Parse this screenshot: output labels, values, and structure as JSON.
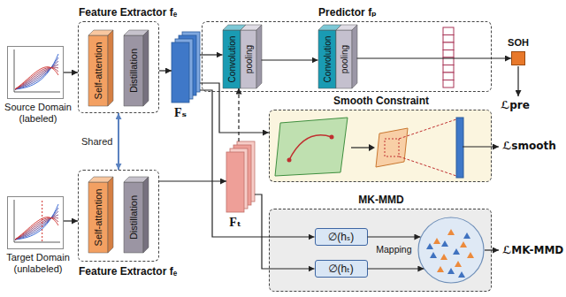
{
  "diagram": {
    "nodes": [
      {
        "text": [
          "Source Domain (labeled)"
        ]
      },
      {
        "text": [
          "Feature Extractor fₑ"
        ]
      },
      {
        "text": [
          "Self-attention"
        ],
        "in": 1
      },
      {
        "text": [
          "Distillation"
        ],
        "in": 1
      },
      {
        "text": [
          "Fₛ"
        ]
      },
      {
        "text": [
          "Predictor fₚ"
        ]
      },
      {
        "text": [
          "Convolution"
        ],
        "in": 5
      },
      {
        "text": [
          "pooling"
        ],
        "in": 5
      },
      {
        "text": [
          "Convolution"
        ],
        "in": 5
      },
      {
        "text": [
          "pooling"
        ],
        "in": 5
      },
      {
        "text": [
          "SOH"
        ]
      },
      {
        "text": [
          "Smooth Constraint"
        ]
      },
      {
        "text": [
          "MK-MMD"
        ]
      },
      {
        "text": [
          "∅(hₛ)"
        ],
        "in": 12
      },
      {
        "text": [
          "∅(hₜ)"
        ],
        "in": 12
      },
      {
        "text": [
          "Mapping"
        ],
        "in": 12
      },
      {
        "text": [
          "Target Domain (unlabeled)"
        ]
      },
      {
        "text": [
          "Feature Extractor fₑ"
        ]
      },
      {
        "text": [
          "Self-attention"
        ],
        "in": 17
      },
      {
        "text": [
          "Distillation"
        ],
        "in": 17
      },
      {
        "text": [
          "Fₜ"
        ]
      }
    ],
    "edges": [
      {
        "from": 0,
        "to": 1,
        "arrow": "to"
      },
      {
        "from": 1,
        "to": 4,
        "arrow": "to"
      },
      {
        "from": 4,
        "to": 6,
        "arrow": "to"
      },
      {
        "from": 7,
        "to": 8,
        "arrow": "to"
      },
      {
        "from": 9,
        "to": 10,
        "arrow": "to"
      },
      {
        "from": 4,
        "to": 11,
        "arrow": "to"
      },
      {
        "from": 4,
        "to": 13,
        "arrow": "to"
      },
      {
        "from": 1,
        "to": 17,
        "label": "Shared",
        "arrow": "both"
      },
      {
        "from": 16,
        "to": 17,
        "arrow": "to"
      },
      {
        "from": 17,
        "to": 20,
        "arrow": "to"
      },
      {
        "from": 20,
        "to": 14,
        "arrow": "to"
      },
      {
        "from": 20,
        "to": 6,
        "arrow": "to"
      },
      {
        "from": 13,
        "to": 15,
        "arrow": "to"
      },
      {
        "from": 14,
        "to": 15,
        "arrow": "to"
      }
    ],
    "labels": [
      "ℒpre",
      "ℒsmooth",
      "ℒMK-MMD"
    ]
  }
}
